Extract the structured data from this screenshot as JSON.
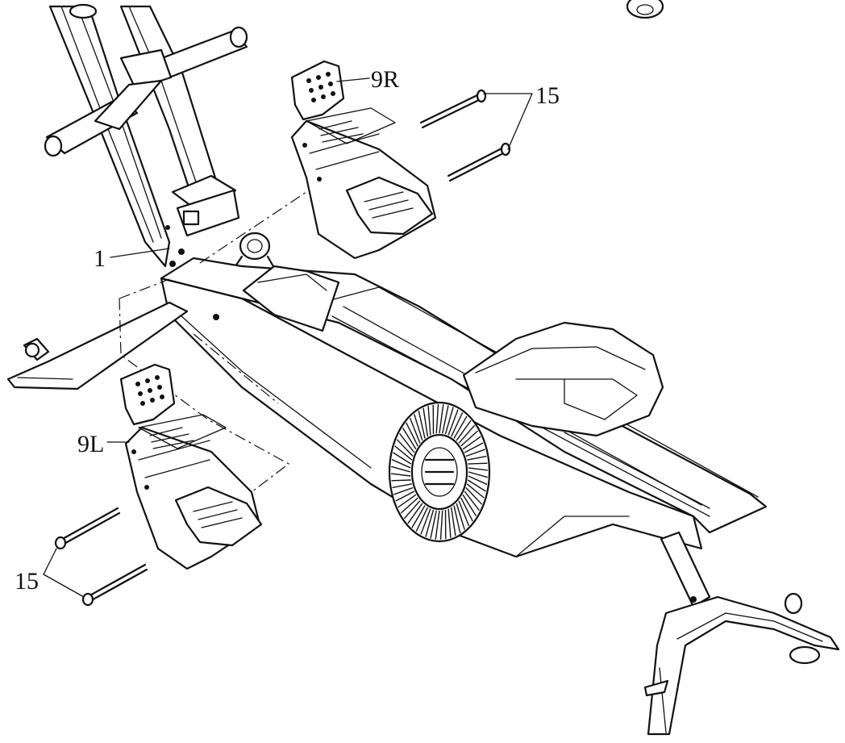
{
  "callouts": {
    "frame": "1",
    "pedal_right": "9R",
    "pedal_left": "9L",
    "bolts_right": "15",
    "bolts_left": "15"
  }
}
